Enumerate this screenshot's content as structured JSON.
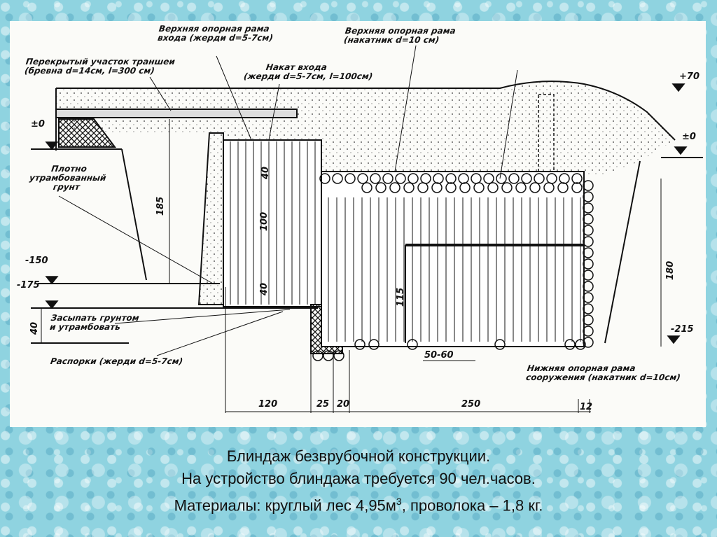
{
  "diagram": {
    "labels": {
      "upper_frame_entrance": [
        "Верхняя опорная рама",
        "входа (жерди d=5-7см)"
      ],
      "upper_frame_main": [
        "Верхняя опорная рама",
        "(накатник d=10 см)"
      ],
      "covered_trench": [
        "Перекрытый участок траншеи",
        "(бревна d=14см, l=300 см)"
      ],
      "entrance_roll": [
        "Накат входа",
        "(жерди d=5-7см, l=100см)"
      ],
      "compacted_soil": [
        "Плотно",
        "утрамбованный",
        "грунт"
      ],
      "backfill": [
        "Засыпать грунтом",
        "и утрамбовать"
      ],
      "struts": "Распорки (жерди d=5-7см)",
      "lower_frame": [
        "Нижняя опорная рама",
        "сооружения (накатник d=10см)"
      ]
    },
    "elevations": {
      "plus70": "+70",
      "zero_left": "±0",
      "zero_right": "±0",
      "minus150": "-150",
      "minus175": "-175",
      "minus215": "-215"
    },
    "dimensions": {
      "d185": "185",
      "d40_left": "40",
      "d40_top": "40",
      "d100": "100",
      "d40_bottom": "40",
      "d115": "115",
      "d180": "180",
      "d50_60": "50-60",
      "d120": "120",
      "d25": "25",
      "d20": "20",
      "d250": "250",
      "d12": "12"
    }
  },
  "caption": {
    "line1": "Блиндаж безврубочной конструкции.",
    "line2": "На устройство блиндажа требуется 90 чел.часов.",
    "line3_prefix": "Материалы: круглый лес 4,95м",
    "line3_sup": "3",
    "line3_suffix": ", проволока – 1,8 кг."
  }
}
